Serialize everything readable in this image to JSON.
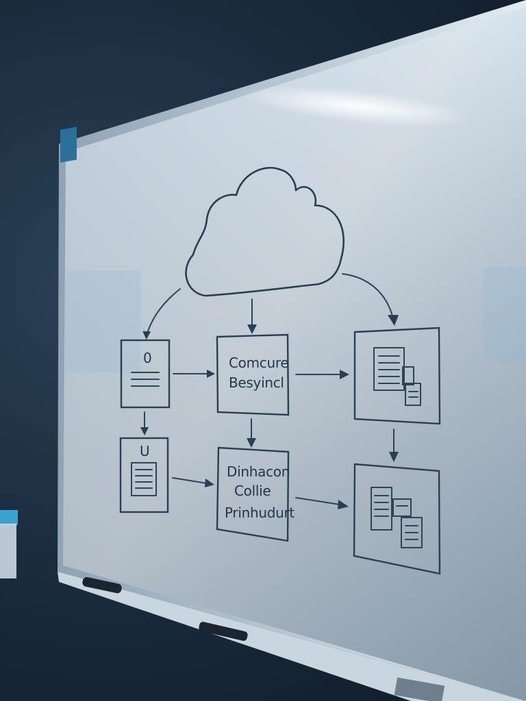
{
  "colors": {
    "wall_dark": "#0f1a26",
    "wall_mid": "#2b4258",
    "board_light": "#dbe6ef",
    "board_shade": "#9fb5c7",
    "ink": "#2a3d52",
    "frame": "#c9d5df",
    "accent_glow": "#3fb6e8"
  },
  "diagram": {
    "center_top_box": {
      "line1": "Comcure",
      "line2": "Besyincl"
    },
    "center_bottom_box": {
      "line1": "Dinhacon",
      "line2": "Collie",
      "line3": "Prinhudurt"
    },
    "left_top_box_glyph": "0",
    "left_bottom_box_glyph": "U"
  },
  "icons": [
    "cloud-icon",
    "document-icon",
    "document-stack-icon"
  ]
}
